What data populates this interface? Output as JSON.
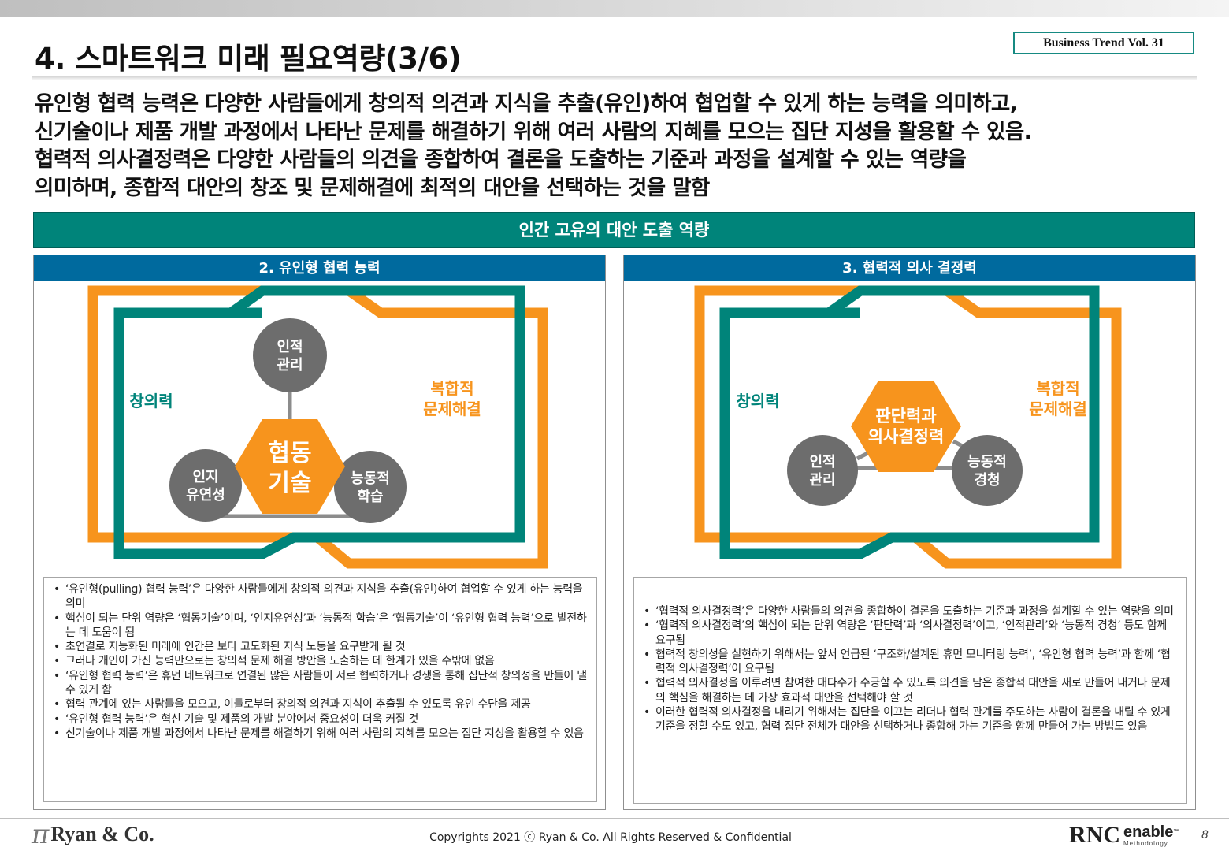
{
  "header": {
    "title": "4. 스마트워크 미래 필요역량(3/6)",
    "badge": "Business Trend Vol. 31"
  },
  "summary": {
    "lines": [
      "유인형 협력 능력은 다양한 사람들에게 창의적 의견과 지식을 추출(유인)하여 협업할 수 있게 하는 능력을 의미하고,",
      "신기술이나 제품 개발 과정에서 나타난 문제를 해결하기 위해 여러 사람의 지혜를 모으는 집단 지성을 활용할 수 있음.",
      "협력적 의사결정력은 다양한 사람들의 의견을 종합하여 결론을 도출하는 기준과 과정을 설계할 수 있는 역량을",
      "의미하며, 종합적 대안의 창조 및 문제해결에 최적의 대안을 선택하는 것을 말함"
    ]
  },
  "main_header": "인간 고유의 대안 도출 역량",
  "colors": {
    "teal": "#00847a",
    "orange": "#f7941d",
    "blue": "#006a9e",
    "grey_node": "#6d6d6d"
  },
  "left_panel": {
    "header": "2. 유인형 협력 능력",
    "side_left": "창의력",
    "side_right": [
      "복합적",
      "문제해결"
    ],
    "center": [
      "협동",
      "기술"
    ],
    "node_top": [
      "인적",
      "관리"
    ],
    "node_bottom_left": [
      "인지",
      "유연성"
    ],
    "node_bottom_right": [
      "능동적",
      "학습"
    ],
    "notes": [
      "‘유인형(pulling) 협력 능력’은 다양한 사람들에게 창의적 의견과 지식을 추출(유인)하여 협업할 수 있게 하는 능력을 의미",
      "핵심이 되는 단위 역량은 ‘협동기술’이며, ‘인지유연성’과 ‘능동적 학습’은 ‘협동기술’이 ‘유인형 협력 능력’으로 발전하는 데 도움이 됨",
      "초연결로 지능화된 미래에 인간은 보다 고도화된 지식 노동을 요구받게 될 것",
      "그러나 개인이 가진 능력만으로는 창의적 문제 해결 방안을 도출하는 데 한계가 있을 수밖에 없음",
      " ‘유인형 협력 능력’은 휴먼 네트워크로 연결된 많은 사람들이 서로 협력하거나 경쟁을 통해 집단적 창의성을 만들어 낼 수 있게 함",
      "협력 관계에 있는 사람들을 모으고, 이들로부터 창의적 의견과 지식이 추출될 수 있도록 유인 수단을 제공",
      "‘유인형 협력 능력’은 혁신 기술 및 제품의 개발 분야에서 중요성이 더욱 커질 것",
      "신기술이나 제품 개발 과정에서 나타난 문제를 해결하기 위해 여러 사람의 지혜를 모으는 집단 지성을 활용할 수 있음"
    ]
  },
  "right_panel": {
    "header": "3. 협력적 의사 결정력",
    "side_left": "창의력",
    "side_right": [
      "복합적",
      "문제해결"
    ],
    "center": [
      "판단력과",
      "의사결정력"
    ],
    "node_left": [
      "인적",
      "관리"
    ],
    "node_right": [
      "능동적",
      "경청"
    ],
    "notes": [
      "‘협력적 의사결정력’은 다양한 사람들의 의견을 종합하여 결론을 도출하는 기준과 과정을 설계할 수 있는 역량을 의미",
      " ‘협력적 의사결정력’의 핵심이 되는 단위 역량은 ‘판단력’과 ‘의사결정력’이고, ‘인적관리’와 ‘능동적 경청’ 등도 함께 요구됨",
      "협력적 창의성을 실현하기 위해서는 앞서 언급된 ‘구조화/설계된 휴먼 모니터링 능력’, ‘유인형 협력 능력’과 함께 ‘협력적 의사결정력’이 요구됨",
      "협력적 의사결정을 이루려면 참여한 대다수가 수긍할 수 있도록 의견을 담은 종합적 대안을 새로 만들어 내거나 문제의 핵심을 해결하는 데 가장 효과적 대안을 선택해야 할 것",
      "이러한 협력적 의사결정을 내리기 위해서는 집단을 이끄는 리더나 협력 관계를 주도하는 사람이 결론을 내릴 수 있게 기준을 정할 수도 있고, 협력 집단 전체가 대안을 선택하거나 종합해 가는 기준을 함께 만들어 가는 방법도 있음"
    ]
  },
  "footer": {
    "logo_icon": "pi-icon",
    "logo": "Ryan & Co.",
    "copyright": "Copyrights 2021 ⓒ Ryan & Co. All Rights Reserved & Confidential",
    "rnc": "RNC",
    "rnc_enable": "enable",
    "rnc_tm": "™",
    "rnc_methodology": "Methodology",
    "page": "8"
  }
}
